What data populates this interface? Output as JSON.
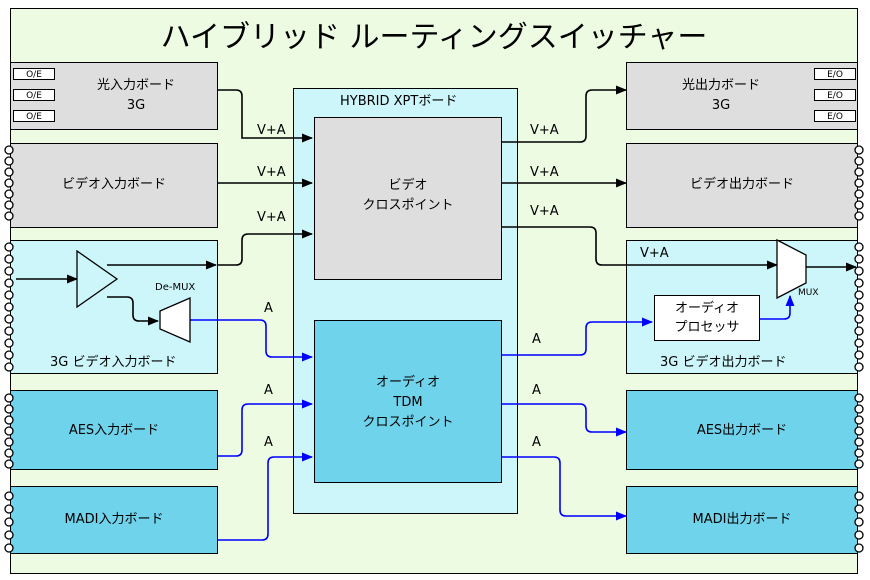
{
  "title": "ハイブリッド ルーティングスイッチャー",
  "hybrid": {
    "label": "HYBRID XPTボード"
  },
  "video_xpt": {
    "line1": "ビデオ",
    "line2": "クロスポイント"
  },
  "audio_xpt": {
    "line1": "オーディオ",
    "line2": "TDM",
    "line3": "クロスポイント"
  },
  "inputs": {
    "optical": {
      "line1": "光入力ボード",
      "line2": "3G",
      "tags": [
        "O/E",
        "O/E",
        "O/E"
      ]
    },
    "video": {
      "label": "ビデオ入力ボード"
    },
    "sdi3g": {
      "label": "3G ビデオ入力ボード",
      "demux": "De-MUX"
    },
    "aes": {
      "label": "AES入力ボード"
    },
    "madi": {
      "label": "MADI入力ボード"
    }
  },
  "outputs": {
    "optical": {
      "line1": "光出力ボード",
      "line2": "3G",
      "tags": [
        "E/O",
        "E/O",
        "E/O"
      ]
    },
    "video": {
      "label": "ビデオ出力ボード"
    },
    "sdi3g": {
      "label": "3G ビデオ出力ボード",
      "mux": "MUX",
      "processor_line1": "オーディオ",
      "processor_line2": "プロセッサ"
    },
    "aes": {
      "label": "AES出力ボード"
    },
    "madi": {
      "label": "MADI出力ボード"
    }
  },
  "signals": {
    "va": "V+A",
    "a": "A"
  },
  "colors": {
    "frame": "#edfbe3",
    "gray_board": "#dedede",
    "cyan_board": "#cdf6fb",
    "audio_board": "#6fd3ec",
    "audio_line": "#0000ff"
  }
}
